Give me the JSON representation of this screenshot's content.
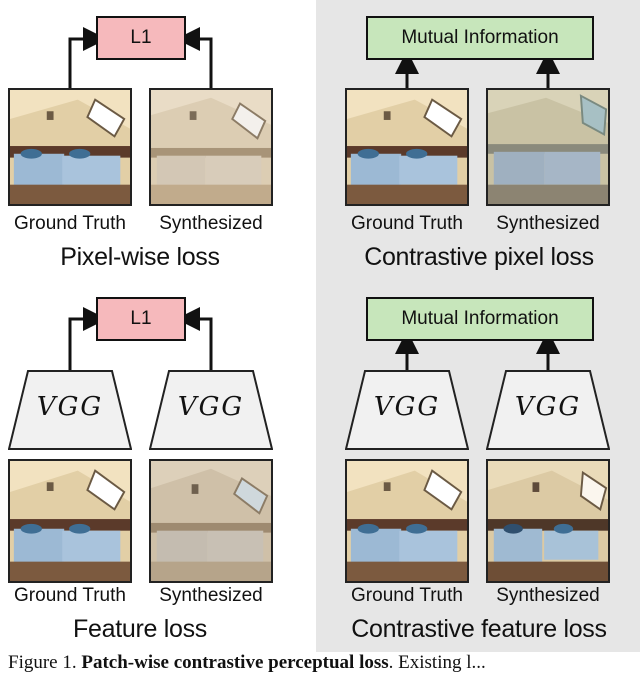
{
  "panels": {
    "pixel_wise": {
      "loss_label": "L1",
      "left_caption": "Ground Truth",
      "right_caption": "Synthesized",
      "title": "Pixel-wise loss"
    },
    "contrastive_pixel": {
      "loss_label": "Mutual Information",
      "left_caption": "Ground Truth",
      "right_caption": "Synthesized",
      "title": "Contrastive pixel loss"
    },
    "feature": {
      "loss_label": "L1",
      "encoder_label": "VGG",
      "left_caption": "Ground Truth",
      "right_caption": "Synthesized",
      "title": "Feature loss"
    },
    "contrastive_feature": {
      "loss_label": "Mutual Information",
      "encoder_label": "VGG",
      "left_caption": "Ground Truth",
      "right_caption": "Synthesized",
      "title": "Contrastive feature loss"
    }
  },
  "footer": {
    "prefix": "Figure 1.",
    "bold": "Patch-wise contrastive perceptual loss",
    "rest": ". Existing l..."
  },
  "colors": {
    "l1_box": "#f6b9bc",
    "mi_box": "#c7e6bb",
    "contrastive_background": "#e6e6e6"
  }
}
